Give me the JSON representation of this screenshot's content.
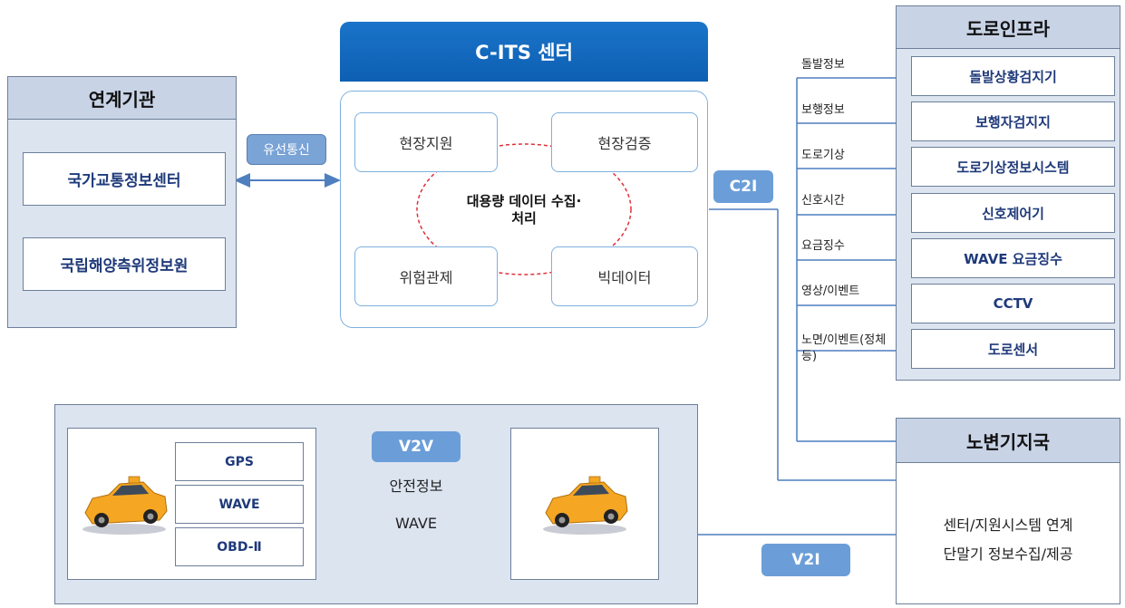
{
  "cits": {
    "title": "C-ITS 센터",
    "boxes": [
      "현장지원",
      "현장검증",
      "위험관제",
      "빅데이터"
    ],
    "center_label_line1": "대용량 데이터 수집·",
    "center_label_line2": "처리"
  },
  "agencies": {
    "title": "연계기관",
    "items": [
      "국가교통정보센터",
      "국립해양측위정보원"
    ]
  },
  "wired_tag": "유선통신",
  "c2i_tag": "C2I",
  "road_infra": {
    "title": "도로인프라",
    "labels": [
      "돌발정보",
      "보행정보",
      "도로기상",
      "신호시간",
      "요금징수",
      "영상/이벤트",
      "노면/이벤트(정체",
      "등)"
    ],
    "items": [
      "돌발상황검지기",
      "보행자검지지",
      "도로기상정보시스템",
      "신호제어기",
      "WAVE 요금징수",
      "CCTV",
      "도로센서"
    ]
  },
  "rsu": {
    "title": "노변기지국",
    "line1": "센터/지원시스템 연계",
    "line2": "단말기 정보수집/제공"
  },
  "v2v": {
    "tag": "V2V",
    "text1": "안전정보",
    "text2": "WAVE",
    "devices": [
      "GPS",
      "WAVE",
      "OBD-Ⅱ"
    ]
  },
  "v2i_tag": "V2I",
  "colors": {
    "panel_fill": "#dce4f0",
    "panel_head": "#c8d3e6",
    "cits_blue": "#1a74c9",
    "tag_blue": "#6b9ed8",
    "line_blue": "#4f7fbf",
    "dash_red": "#e0303a",
    "taxi_yellow": "#f5a623"
  }
}
